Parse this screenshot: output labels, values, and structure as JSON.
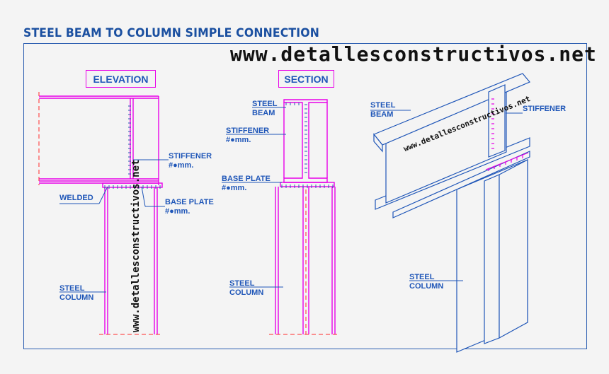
{
  "title": "STEEL BEAM TO COLUMN SIMPLE CONNECTION",
  "watermark": "www.detallesconstructivos.net",
  "views": {
    "elevation": {
      "heading": "ELEVATION",
      "stiffener": "STIFFENER",
      "stiffener_thk": "#●mm.",
      "welded": "WELDED",
      "base_plate": "BASE PLATE",
      "base_plate_thk": "#●mm.",
      "column": [
        "STEEL",
        "COLUMN"
      ]
    },
    "section": {
      "heading": "SECTION",
      "beam": [
        "STEEL",
        "BEAM"
      ],
      "stiffener": "STIFFENER",
      "stiffener_thk": "#●mm.",
      "base_plate": "BASE PLATE",
      "base_plate_thk": "#●mm.",
      "column": [
        "STEEL",
        "COLUMN"
      ]
    },
    "isometric": {
      "beam": [
        "STEEL",
        "BEAM"
      ],
      "stiffener": "STIFFENER",
      "column": [
        "STEEL",
        "COLUMN"
      ]
    }
  },
  "colors": {
    "frame": "#2a5db0",
    "label": "#1f56b8",
    "steel": "#e800e8",
    "centerline": "#ff2a2a",
    "weld": "#2a5db0"
  }
}
